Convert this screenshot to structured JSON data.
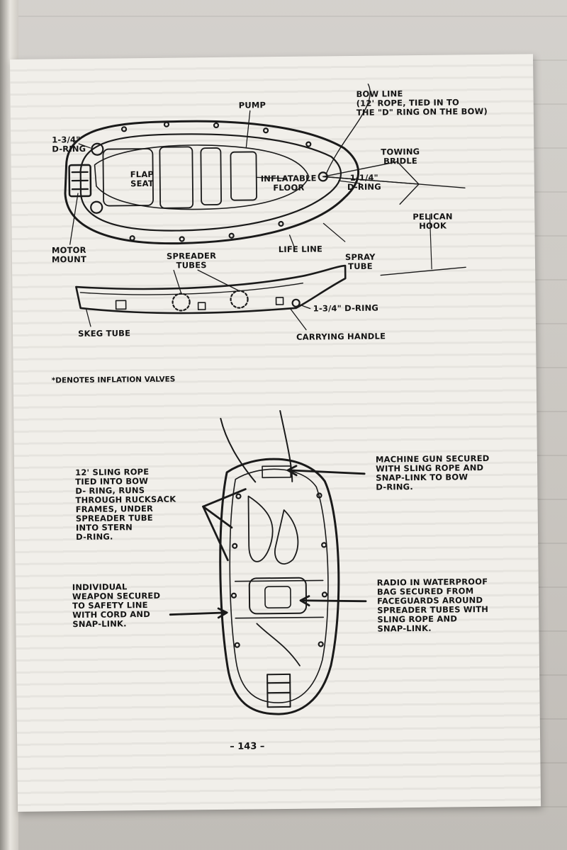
{
  "page_number": "– 143 –",
  "top_diagram": {
    "labels": {
      "pump": "PUMP",
      "bow_line": "BOW LINE\n(12' ROPE, TIED IN TO\nTHE \"D\" RING ON THE BOW)",
      "d_ring_stern": "1-3/4\"\nD-RING",
      "flap_seat": "FLAP\nSEAT",
      "inflatable_floor": "INFLATABLE\nFLOOR",
      "towing_bridle": "TOWING\nBRIDLE",
      "d_ring_bow": "1-1/4\"\nD-RING",
      "pelican_hook": "PELICAN\nHOOK",
      "motor_mount": "MOTOR\nMOUNT",
      "spreader_tubes": "SPREADER\nTUBES",
      "life_line": "LIFE LINE",
      "spray_tube": "SPRAY\nTUBE",
      "d_ring_side": "1-3/4\" D-RING",
      "skeg_tube": "SKEG TUBE",
      "carrying_handle": "CARRYING HANDLE"
    }
  },
  "inflation_note": "*DENOTES INFLATION VALVES",
  "bottom_diagram": {
    "labels": {
      "machine_gun": "MACHINE GUN SECURED\nWITH SLING ROPE AND\nSNAP-LINK TO BOW\nD-RING.",
      "sling_rope": "12' SLING ROPE\nTIED INTO BOW\nD- RING, RUNS\nTHROUGH RUCKSACK\nFRAMES, UNDER\nSPREADER TUBE\nINTO STERN\nD-RING.",
      "radio": "RADIO IN WATERPROOF\nBAG SECURED FROM\nFACEGUARDS AROUND\nSPREADER TUBES WITH\nSLING ROPE AND\nSNAP-LINK.",
      "weapon": "INDIVIDUAL\nWEAPON SECURED\nTO SAFETY LINE\nWITH CORD AND\nSNAP-LINK."
    }
  }
}
